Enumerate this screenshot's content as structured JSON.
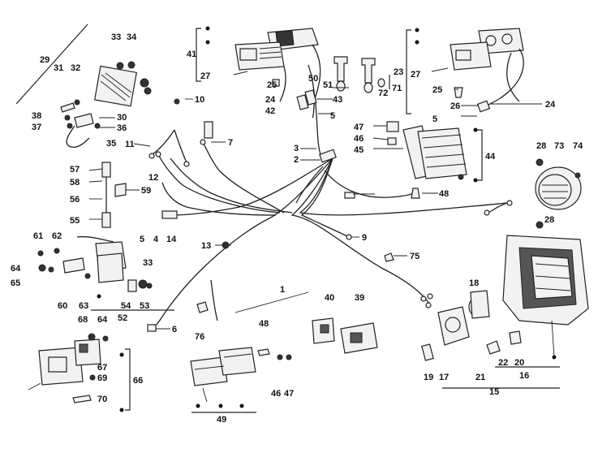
{
  "diagram": {
    "title": "",
    "callouts": [
      "1",
      "2",
      "3",
      "4",
      "5",
      "5",
      "5",
      "6",
      "7",
      "9",
      "10",
      "11",
      "12",
      "13",
      "14",
      "15",
      "16",
      "17",
      "18",
      "19",
      "20",
      "21",
      "22",
      "23",
      "24",
      "24",
      "25",
      "25",
      "26",
      "27",
      "27",
      "28",
      "28",
      "29",
      "30",
      "31",
      "32",
      "33",
      "33",
      "34",
      "35",
      "36",
      "37",
      "38",
      "39",
      "40",
      "41",
      "42",
      "43",
      "44",
      "45",
      "46",
      "46",
      "47",
      "47",
      "48",
      "48",
      "49",
      "50",
      "51",
      "52",
      "53",
      "54",
      "55",
      "56",
      "57",
      "58",
      "59",
      "60",
      "61",
      "62",
      "63",
      "64",
      "64",
      "65",
      "66",
      "67",
      "68",
      "69",
      "70",
      "71",
      "72",
      "73",
      "74",
      "75",
      "76"
    ]
  }
}
